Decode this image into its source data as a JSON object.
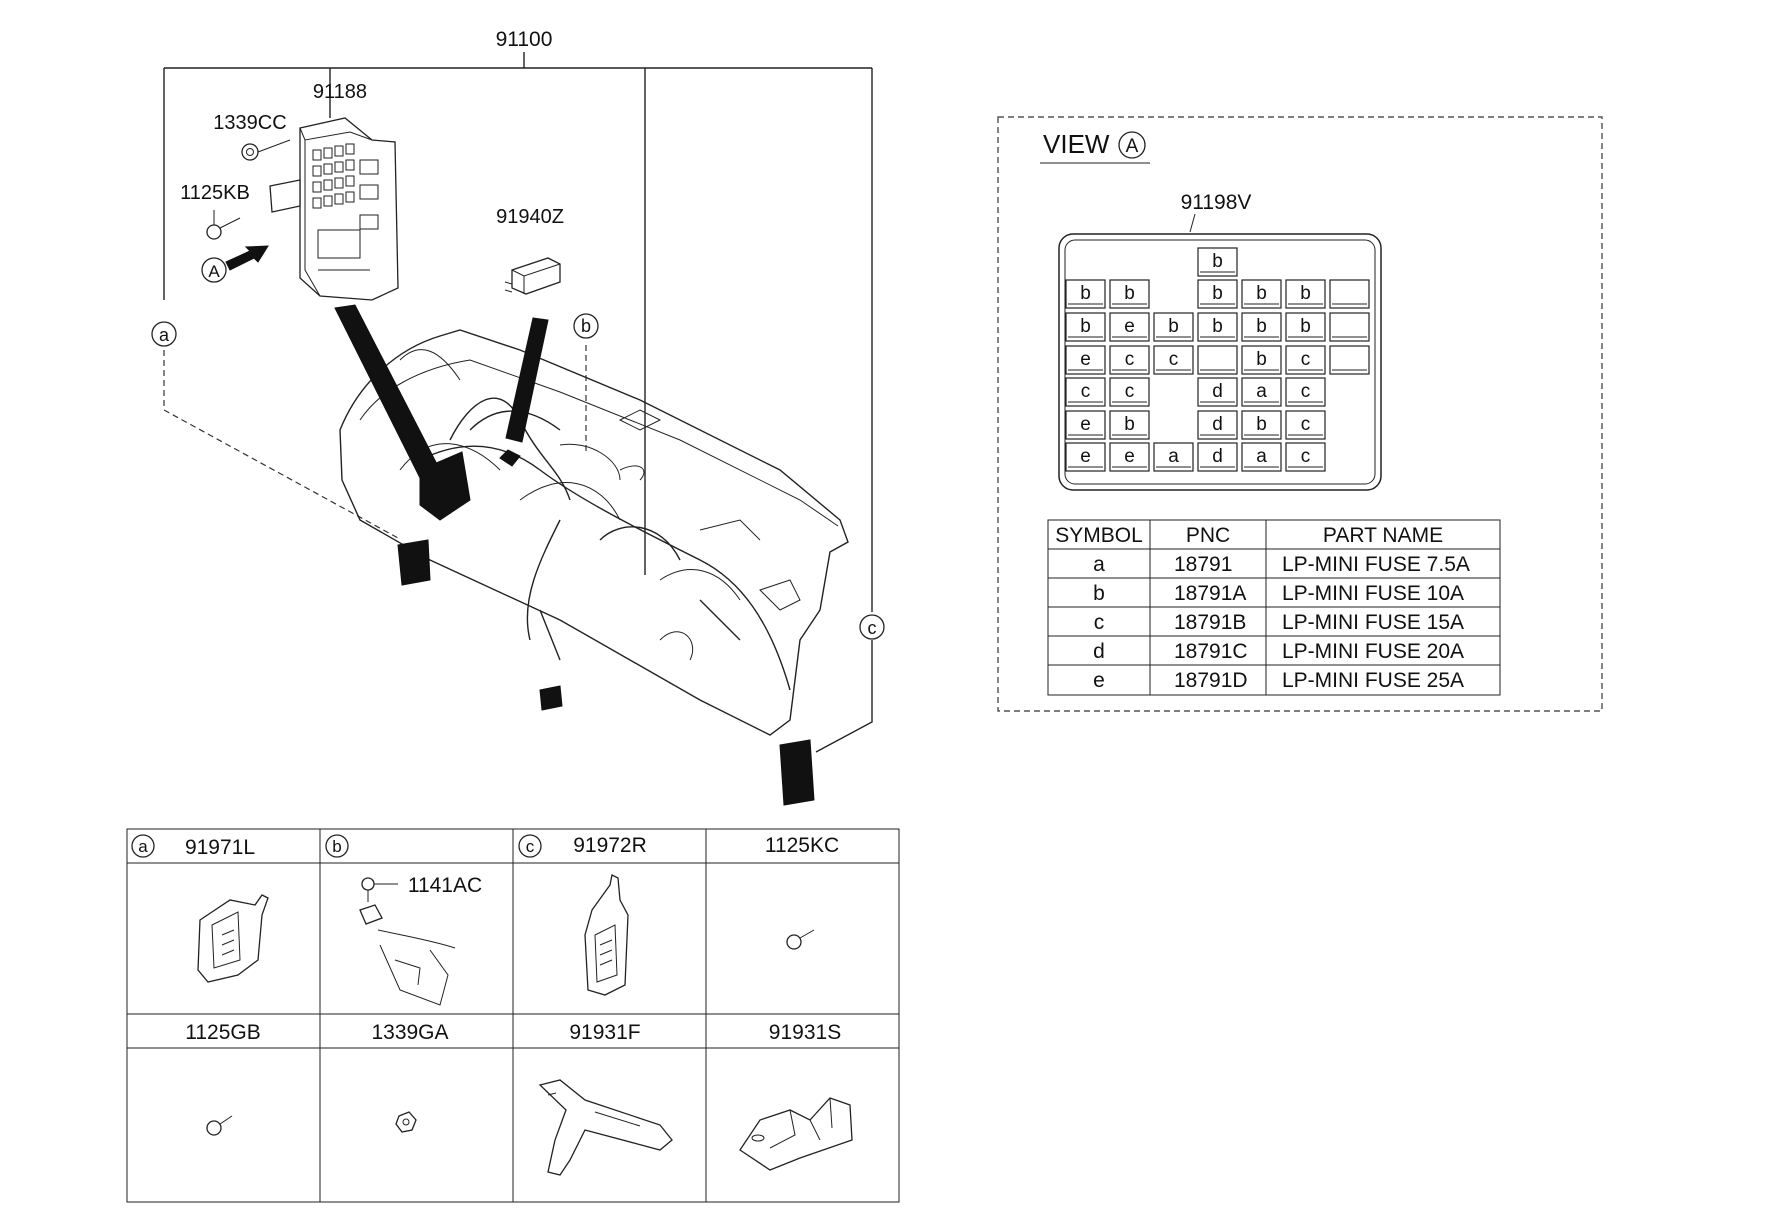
{
  "main_diagram": {
    "assembly_label": "91100",
    "callouts": {
      "junction_box": "91188",
      "nut": "1339CC",
      "bolt": "1125KB",
      "connector": "91940Z",
      "view_marker": "A"
    },
    "circle_markers": [
      "a",
      "b",
      "c"
    ]
  },
  "view_a": {
    "title": "VIEW",
    "marker": "A",
    "fuse_block_label": "91198V",
    "fuse_slots": [
      "b",
      "b",
      "b",
      "b",
      "b",
      "b",
      "",
      "b",
      "e",
      "b",
      "b",
      "b",
      "b",
      "",
      "e",
      "c",
      "c",
      "",
      "b",
      "c",
      "",
      "c",
      "c",
      "d",
      "a",
      "c",
      "e",
      "b",
      "d",
      "b",
      "c",
      "e",
      "e",
      "a",
      "d",
      "a",
      "c"
    ],
    "legend": {
      "headers": [
        "SYMBOL",
        "PNC",
        "PART NAME"
      ],
      "rows": [
        {
          "symbol": "a",
          "pnc": "18791",
          "part_name": "LP-MINI FUSE 7.5A"
        },
        {
          "symbol": "b",
          "pnc": "18791A",
          "part_name": "LP-MINI FUSE 10A"
        },
        {
          "symbol": "c",
          "pnc": "18791B",
          "part_name": "LP-MINI FUSE 15A"
        },
        {
          "symbol": "d",
          "pnc": "18791C",
          "part_name": "LP-MINI FUSE 20A"
        },
        {
          "symbol": "e",
          "pnc": "18791D",
          "part_name": "LP-MINI FUSE 25A"
        }
      ]
    }
  },
  "parts_grid": {
    "cells": [
      {
        "marker": "a",
        "label": "91971L"
      },
      {
        "marker": "b",
        "label": "",
        "sub_label": "1141AC"
      },
      {
        "marker": "c",
        "label": "91972R"
      },
      {
        "marker": "",
        "label": "1125KC"
      },
      {
        "marker": "",
        "label": "1125GB"
      },
      {
        "marker": "",
        "label": "1339GA"
      },
      {
        "marker": "",
        "label": "91931F"
      },
      {
        "marker": "",
        "label": "91931S"
      }
    ]
  }
}
